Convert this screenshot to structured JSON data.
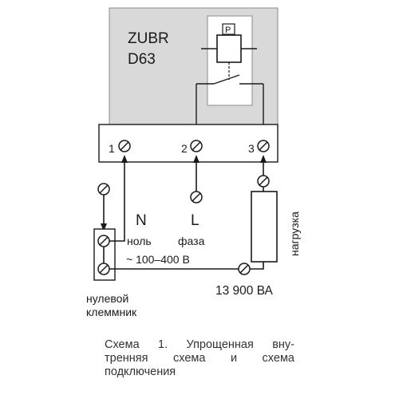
{
  "device": {
    "model_line1": "ZUBR",
    "model_line2": "D63",
    "relay_symbol_letter": "P",
    "housing_color": "#d9d9d9"
  },
  "terminals": {
    "t1": "1",
    "t2": "2",
    "t3": "3"
  },
  "wiring": {
    "neutral_letter": "N",
    "neutral_word": "ноль",
    "phase_letter": "L",
    "phase_word": "фаза",
    "voltage_range": "~ 100–400 В",
    "load_label": "нагрузка",
    "power_rating": "13 900 ВА"
  },
  "terminal_block_label": {
    "line1": "нулевой",
    "line2": "клеммник"
  },
  "caption": {
    "line1": "Схема 1. Упрощенная вну-",
    "line2": "тренняя схема и схема",
    "line3": "подключения"
  }
}
